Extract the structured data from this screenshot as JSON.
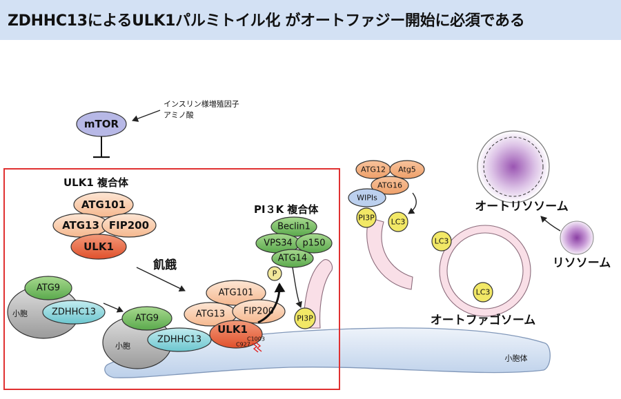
{
  "title": "ZDHHC13によるULK1パルミトイル化 がオートファジー開始に必須である",
  "colors": {
    "header_bg": "#d3e1f4",
    "highlight_box": "#e03030",
    "ulk1": "#e8623f",
    "atg_peach": "#f8c9a6",
    "green": "#6cba5c",
    "teal": "#8fd6dd",
    "gray": "#b8b8b8",
    "mtor": "#b7b8e6",
    "lc3_yellow": "#f2e866",
    "er_blue": "#c9d9ee",
    "lysosome_purple": "#a05bb5"
  },
  "regulators": {
    "mtor": "mTOR",
    "inputs_line1": "インスリン様増殖因子",
    "inputs_line2": "アミノ酸"
  },
  "ulk1_complex": {
    "heading": "ULK1 複合体",
    "atg101": "ATG101",
    "atg13": "ATG13",
    "fip200": "FIP200",
    "ulk1": "ULK1"
  },
  "starvation": "飢餓",
  "vesicle_left": {
    "atg9": "ATG9",
    "vesicle": "小胞",
    "zdhhc13": "ZDHHC13"
  },
  "er_cluster": {
    "atg9": "ATG9",
    "vesicle": "小胞",
    "zdhhc13": "ZDHHC13",
    "atg101": "ATG101",
    "atg13": "ATG13",
    "fip200": "FIP200",
    "ulk1": "ULK1",
    "site1": "C1003",
    "site2": "C927"
  },
  "pi3k_complex": {
    "heading": "PI３K 複合体",
    "beclin1": "Beclin1",
    "vps34": "VPS34",
    "p150": "p150",
    "atg14": "ATG14",
    "p": "P",
    "pi3p": "PI3P"
  },
  "er_label": "小胞体",
  "phagophore": {
    "atg12": "ATG12",
    "atg5": "Atg5",
    "atg16": "ATG16",
    "wipis": "WIPIs",
    "pi3p": "PI3P",
    "lc3": "LC3"
  },
  "autophagosome": {
    "label": "オートファゴソーム",
    "lc3_a": "LC3",
    "lc3_b": "LC3"
  },
  "autolysosome_label": "オートリソソーム",
  "lysosome_label": "リソソーム"
}
